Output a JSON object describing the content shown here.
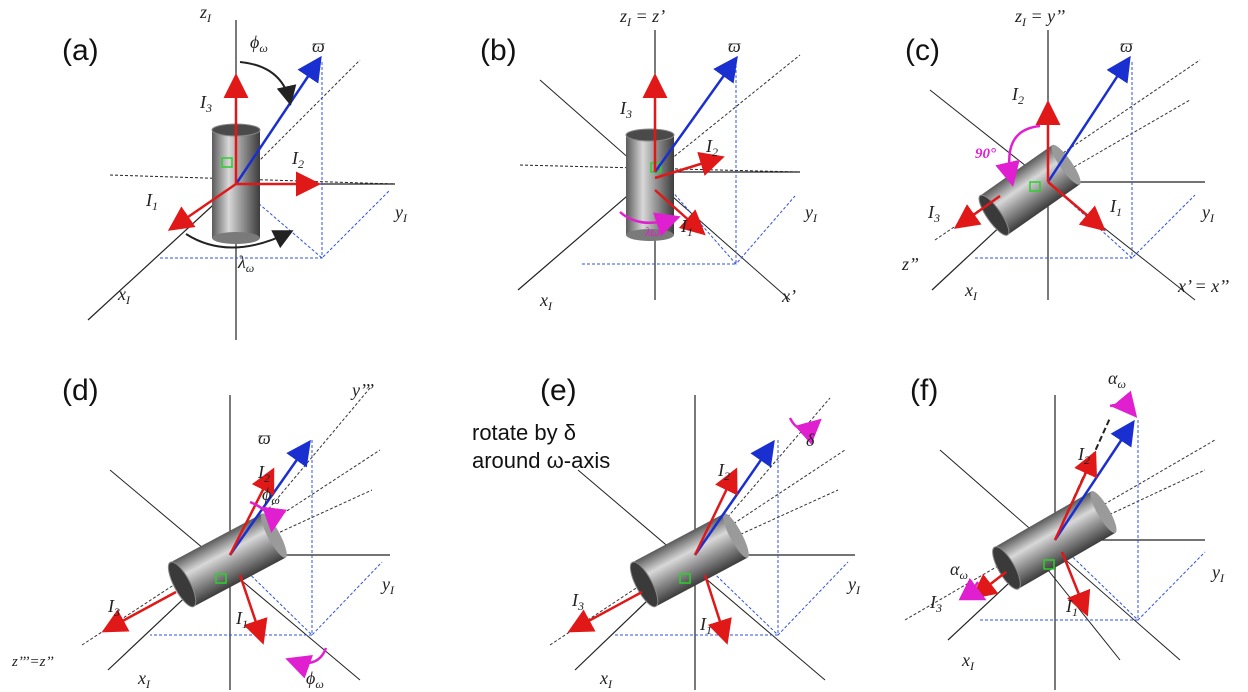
{
  "panels": [
    {
      "id": "a",
      "label": "(a)",
      "axes": {
        "z": "z",
        "z_sub": "I",
        "y": "y",
        "y_sub": "I",
        "x": "x",
        "x_sub": "I"
      },
      "omega": "ϖ",
      "I3": "I",
      "I3_sub": "3",
      "I2": "I",
      "I2_sub": "2",
      "I1": "I",
      "I1_sub": "1",
      "phi": "ϕ",
      "phi_sub": "ω",
      "lambda": "λ",
      "lambda_sub": "ω"
    },
    {
      "id": "b",
      "label": "(b)",
      "axes": {
        "z": "z",
        "z_sub": "I",
        "z_eq": " = z’",
        "y": "y",
        "y_sub": "I",
        "x": "x",
        "x_sub": "I",
        "xp": "x’"
      },
      "omega": "ϖ",
      "I3": "I",
      "I3_sub": "3",
      "I2": "I",
      "I2_sub": "2",
      "I1": "I",
      "I1_sub": "1",
      "mag": "λω"
    },
    {
      "id": "c",
      "label": "(c)",
      "axes": {
        "z": "z",
        "z_sub": "I",
        "z_eq": " = y’’",
        "y": "y",
        "y_sub": "I",
        "x": "x",
        "x_sub": "I",
        "xpp": "x’ = x’’",
        "zpp": "z”"
      },
      "omega": "ϖ",
      "I3": "I",
      "I3_sub": "3",
      "I2": "I",
      "I2_sub": "2",
      "I1": "I",
      "I1_sub": "1",
      "mag": "90°"
    },
    {
      "id": "d",
      "label": "(d)",
      "axes": {
        "y": "y",
        "y_sub": "I",
        "x": "x",
        "x_sub": "I",
        "yppp": "y’’’",
        "zppp": "z’’’=z’’"
      },
      "omega": "ϖ",
      "I3": "I",
      "I3_sub": "3",
      "I2": "I",
      "I2_sub": "2",
      "I1": "I",
      "I1_sub": "1",
      "phi": "ϕ",
      "phi_sub": "ω"
    },
    {
      "id": "e",
      "label": "(e)",
      "axes": {
        "y": "y",
        "y_sub": "I",
        "x": "x",
        "x_sub": "I"
      },
      "I3": "I",
      "I3_sub": "3",
      "I2": "I",
      "I2_sub": "2",
      "I1": "I",
      "I1_sub": "1",
      "delta": "δ",
      "note_line1": "rotate by δ",
      "note_line2": "around ω-axis"
    },
    {
      "id": "f",
      "label": "(f)",
      "axes": {
        "y": "y",
        "y_sub": "I",
        "x": "x",
        "x_sub": "I"
      },
      "I3": "I",
      "I3_sub": "3",
      "I2": "I",
      "I2_sub": "2",
      "I1": "I",
      "I1_sub": "1",
      "alpha": "α",
      "alpha_sub": "ω"
    }
  ],
  "colors": {
    "omega": "#1a2fd0",
    "inertia": "#e01818",
    "angle": "#e020d0",
    "axis": "#222222",
    "projection": "#3050e0",
    "cylinder": "#8a8a8a",
    "marker": "#2bd12b"
  }
}
